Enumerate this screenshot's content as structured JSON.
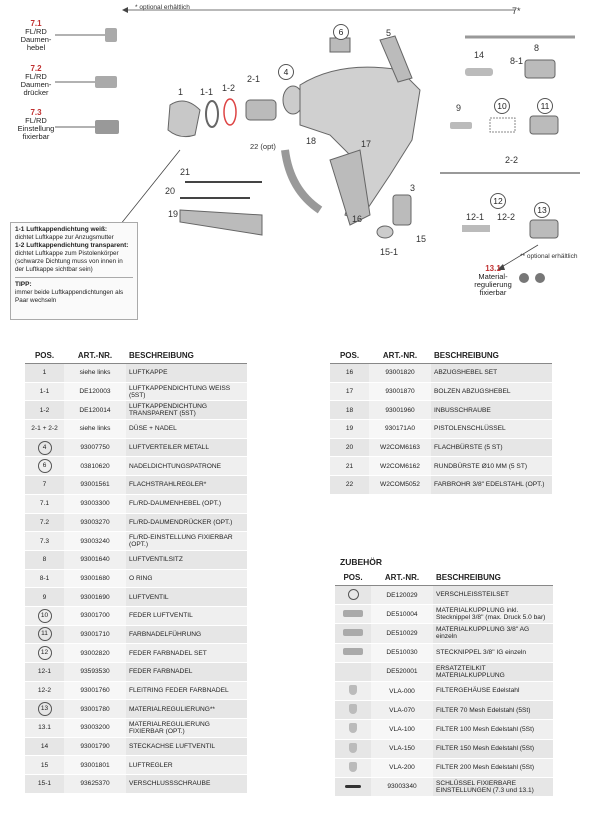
{
  "diagram": {
    "optional_note_top": "* optional erhältlich",
    "optional_note_bottom": "** optional erhältlich",
    "side_items": [
      {
        "num": "7.1",
        "text": "FL/RD Daumen-hebel"
      },
      {
        "num": "7.2",
        "text": "FL/RD Daumen-drücker"
      },
      {
        "num": "7.3",
        "text": "FL/RD Einstellung fixierbar"
      }
    ],
    "part_labels": [
      "1",
      "1-1",
      "1-2",
      "2-1",
      "4",
      "5",
      "6",
      "7*",
      "8",
      "8-1",
      "14",
      "9",
      "10",
      "11",
      "2-2",
      "12",
      "12-1",
      "12-2",
      "13",
      "15",
      "15-1",
      "16",
      "17",
      "18",
      "19",
      "20",
      "21",
      "22 (opt)",
      "3"
    ],
    "material_label_num": "13.1",
    "material_label_text": "Material-regulierung fixierbar",
    "info": {
      "h1": "1-1 Luftkappendichtung weiß:",
      "t1": "dichtet Luftkappe zur Anzugsmutter",
      "h2": "1-2 Luftkappendichtung transparent:",
      "t2": "dichtet Luftkappe zum Pistolenkörper (schwarze Dichtung muss von innen in der Luftkappe sichtbar sein)",
      "tip_h": "TIPP:",
      "tip_t": "immer beide Luftkappendichtungen als Paar wechseln"
    }
  },
  "table_headers": {
    "pos": "POS.",
    "art": "ART.-NR.",
    "desc": "BESCHREIBUNG"
  },
  "table_left": [
    {
      "pos": "1",
      "art": "siehe links",
      "desc": "LUFTKAPPE"
    },
    {
      "pos": "1-1",
      "art": "DE120003",
      "desc": "LUFTKAPPENDICHTUNG WEIß (5St)"
    },
    {
      "pos": "1-2",
      "art": "DE120014",
      "desc": "LUFTKAPPENDICHTUNG TRANSPARENT (5St)"
    },
    {
      "pos": "2-1 + 2-2",
      "art": "siehe links",
      "desc": "DÜSE + NADEL"
    },
    {
      "pos": "4",
      "circled": true,
      "art": "93007750",
      "desc": "LUFTVERTEILER METALL"
    },
    {
      "pos": "6",
      "circled": true,
      "art": "03810620",
      "desc": "NADELDICHTUNGSPATRONE"
    },
    {
      "pos": "7",
      "art": "93001561",
      "desc": "FLACHSTRAHLREGLER*"
    },
    {
      "pos": "7.1",
      "art": "93003300",
      "desc": "FL/RD-DAUMENHEBEL (opt.)"
    },
    {
      "pos": "7.2",
      "art": "93003270",
      "desc": "FL/RD-DAUMENDRÜCKER (opt.)"
    },
    {
      "pos": "7.3",
      "art": "93003240",
      "desc": "FL/RD-EINSTELLUNG fixierbar (opt.)"
    },
    {
      "pos": "8",
      "art": "93001640",
      "desc": "LUFTVENTILSITZ"
    },
    {
      "pos": "8-1",
      "art": "93001680",
      "desc": "O RING"
    },
    {
      "pos": "9",
      "art": "93001690",
      "desc": "LUFTVENTIL"
    },
    {
      "pos": "10",
      "circled": true,
      "art": "93001700",
      "desc": "FEDER LUFTVENTIL"
    },
    {
      "pos": "11",
      "circled": true,
      "art": "93001710",
      "desc": "FARBNADELFÜHRUNG"
    },
    {
      "pos": "12",
      "circled": true,
      "art": "93002820",
      "desc": "FEDER FARBNADEL SET"
    },
    {
      "pos": "12-1",
      "art": "93593530",
      "desc": "FEDER FARBNADEL"
    },
    {
      "pos": "12-2",
      "art": "93001760",
      "desc": "FLEITRING FEDER FARBNADEL"
    },
    {
      "pos": "13",
      "circled": true,
      "art": "93001780",
      "desc": "MATERIALREGULIERUNG**"
    },
    {
      "pos": "13.1",
      "art": "93003200",
      "desc": "MATERIALREGULIERUNG fixierbar (opt.)"
    },
    {
      "pos": "14",
      "art": "93001790",
      "desc": "STECKACHSE LUFTVENTIL"
    },
    {
      "pos": "15",
      "art": "93001801",
      "desc": "LUFTREGLER"
    },
    {
      "pos": "15-1",
      "art": "93625370",
      "desc": "VERSCHLUSSSCHRAUBE"
    }
  ],
  "table_right": [
    {
      "pos": "16",
      "art": "93001820",
      "desc": "ABZUGSHEBEL SET"
    },
    {
      "pos": "17",
      "art": "93001870",
      "desc": "BOLZEN ABZUGSHEBEL"
    },
    {
      "pos": "18",
      "art": "93001960",
      "desc": "INBUSSCHRAUBE"
    },
    {
      "pos": "19",
      "art": "930171A0",
      "desc": "PISTOLENSCHLÜSSEL"
    },
    {
      "pos": "20",
      "art": "W2COM6163",
      "desc": "FLACHBÜRSTE (5 St)"
    },
    {
      "pos": "21",
      "art": "W2COM6162",
      "desc": "RUNDBÜRSTE ø10 mm (5 St)"
    },
    {
      "pos": "22",
      "art": "W2COM5052",
      "desc": "FARBROHR 3/8\" EDELSTAHL (opt.)"
    }
  ],
  "zubehoer_title": "ZUBEHÖR",
  "table_zub": [
    {
      "icon": "ring-icon",
      "art": "DE120029",
      "desc": "VERSCHLEISSTEILSET"
    },
    {
      "icon": "coupling-icon",
      "art": "DE510004",
      "desc": "MATERIALKUPPLUNG inkl. Stecknippel 3/8\" (max. Druck 5.0 bar)"
    },
    {
      "icon": "coupling-icon",
      "art": "DE510029",
      "desc": "MATERIALKUPPLUNG 3/8\" AG einzeln"
    },
    {
      "icon": "nipple-icon",
      "art": "DE510030",
      "desc": "STECKNIPPEL 3/8\" IG einzeln"
    },
    {
      "icon": "",
      "art": "DE520001",
      "desc": "ERSATZTEILKIT MATERIALKUPPLUNG"
    },
    {
      "icon": "filter-icon",
      "art": "VLA-000",
      "desc": "FILTERGEHÄUSE Edelstahl"
    },
    {
      "icon": "filter-icon",
      "art": "VLA-070",
      "desc": "FILTER 70 Mesh Edelstahl (5St)"
    },
    {
      "icon": "filter-icon",
      "art": "VLA-100",
      "desc": "FILTER 100 Mesh Edelstahl (5St)"
    },
    {
      "icon": "filter-icon",
      "art": "VLA-150",
      "desc": "FILTER 150 Mesh Edelstahl (5St)"
    },
    {
      "icon": "filter-icon",
      "art": "VLA-200",
      "desc": "FILTER 200 Mesh Edelstahl (5St)"
    },
    {
      "icon": "wrench-icon",
      "art": "93003340",
      "desc": "SCHLÜSSEL FIXIERBARE EINSTELLUNGEN (7.3 und 13.1)"
    }
  ]
}
